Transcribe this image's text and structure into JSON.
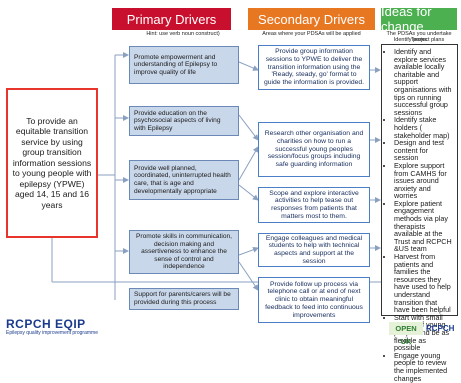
{
  "headers": {
    "primary": {
      "title": "Primary Drivers",
      "color": "#c8102e",
      "hint": "Hint: use verb noun construct)"
    },
    "secondary": {
      "title": "Secondary Drivers",
      "color": "#e87722",
      "hint": "Areas where your PDSAs will be applied"
    },
    "ideas": {
      "title": "Ideas for change",
      "color": "#4caf50",
      "hint1": "The PDSAs you undertake Teams",
      "hint2": "Identify project plans"
    }
  },
  "aim": "To provide an equitable transition service by using group transition information sessions to young people with epilepsy (YPWE) aged 14, 15 and 16 years",
  "primary_drivers": [
    "Promote empowerment and understanding of Epilepsy to improve quality of life",
    "Provide education on the psychosocial aspects of living with Epilepsy",
    "Provide well planned, coordinated, uninterrupted health care, that is age and developmentally appropriate",
    "Promote skills in communication, decision making and assertiveness to enhance the sense of control and independence",
    "Support for parents/carers will be provided during this process"
  ],
  "secondary_drivers": [
    "Provide group information sessions to YPWE to deliver the transition information using the 'Ready, steady, go' format to guide the information is provided.",
    "Research other organisation and charities on how to run a successful young peoples session/focus groups including safe guarding information",
    "Scope and explore interactive activities to help tease out responses from patients that matters most to them.",
    "Engage colleagues and medical students to help with technical aspects and support at the session",
    "Provide follow up process via telephone call or at end of next clinic to obtain meaningful feedback to feed into continuous improvements"
  ],
  "ideas": [
    "Identify and explore services available locally charitable and support organisations with tips on running successful group sessions",
    "Identify stake holders ( stakeholder map)",
    "Design and test content for session",
    "Explore support from CAMHS for issues around anxiety and worries",
    "Explore patient engagement methods via play therapists available at the Trust and RCPCH &US team",
    "Harvest from patients and families the resources they have used to help understand transition that have been helpful",
    "Start with small groups of young people and be as flexible as possible",
    "Engage young people to review the implemented changes"
  ],
  "logos": {
    "rcpch_main": "RCPCH EQIP",
    "rcpch_sub": "Epilepsy quality improvement programme",
    "openuk": "OPEN UK",
    "rcpch_small": "RCPCH"
  }
}
